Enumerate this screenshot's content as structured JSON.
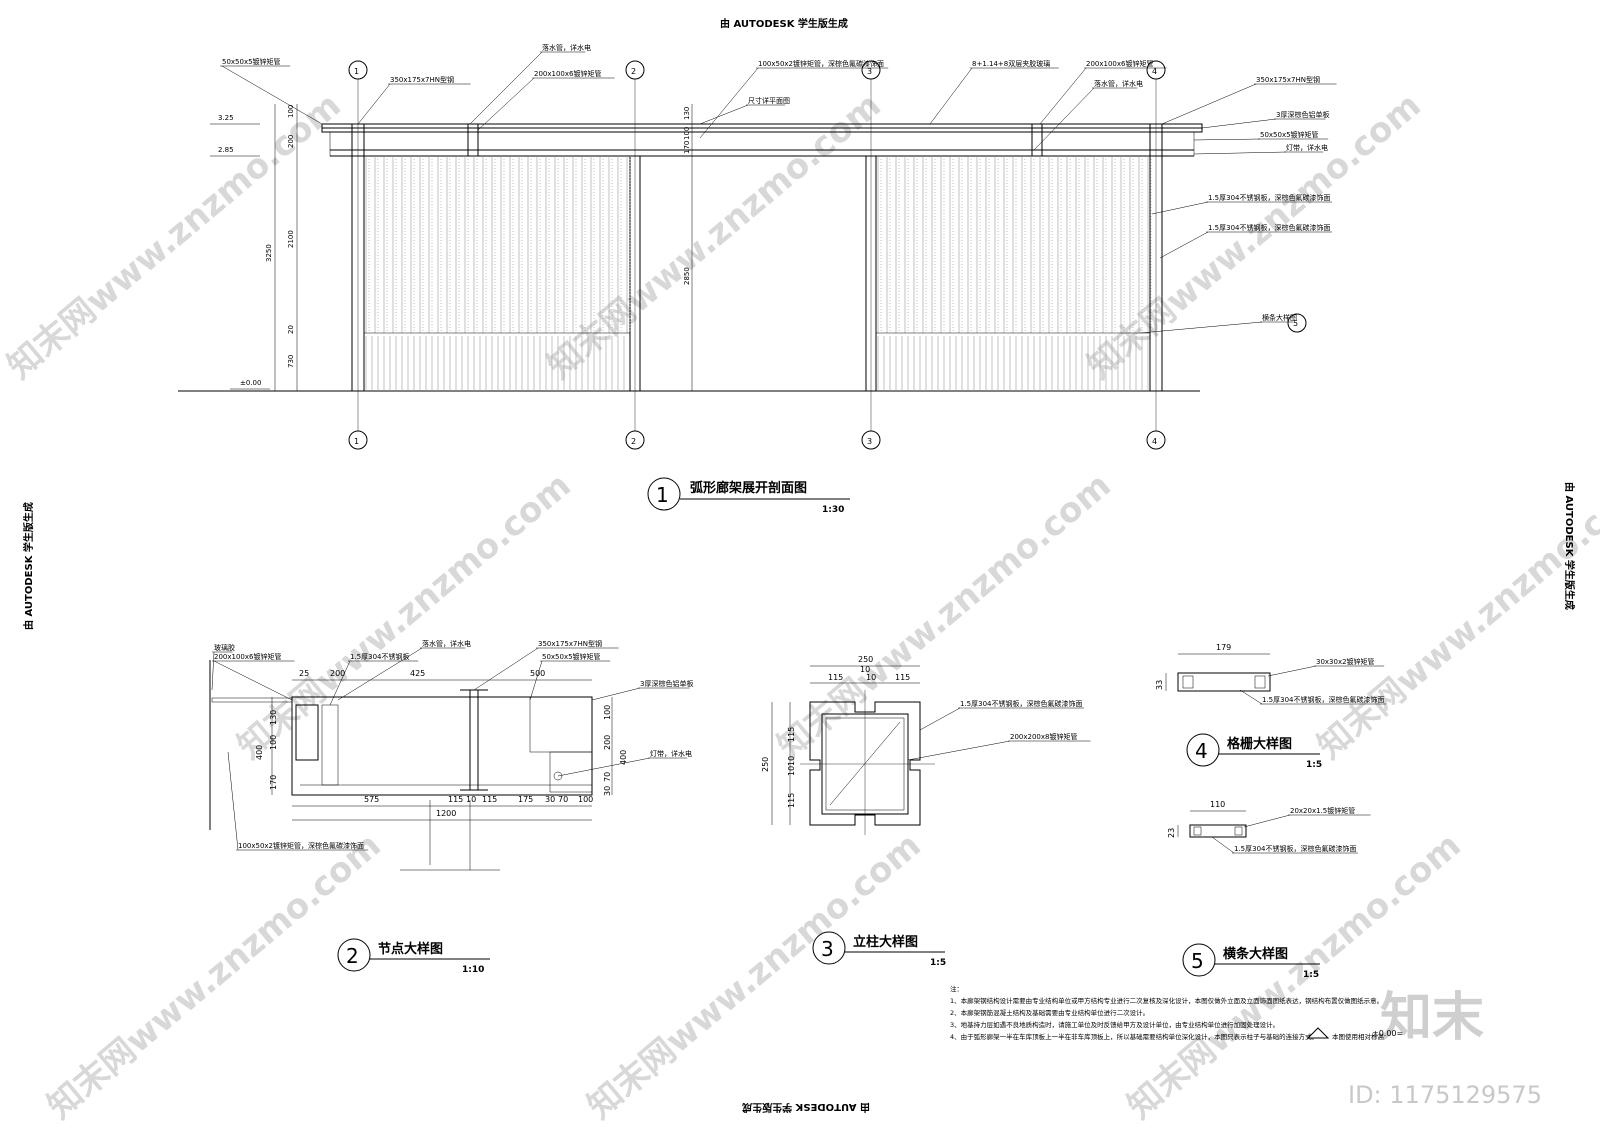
{
  "stamps": {
    "top": "由 AUTODESK 学生版生成",
    "bottom": "由 AUTODESK 学生版生成",
    "left": "由 AUTODESK 学生版生成",
    "right": "由 AUTODESK 学生版生成"
  },
  "watermark": {
    "text": "知末网www.znzmo.com",
    "logo": "知末",
    "id": "ID: 1175129575"
  },
  "drawing1": {
    "num": "1",
    "title": "弧形廊架展开剖面图",
    "scale": "1:30",
    "axes": [
      "1",
      "2",
      "3",
      "4"
    ],
    "levels": [
      "3.25",
      "2.85",
      "±0.00"
    ],
    "dims_outer": [
      "3250"
    ],
    "dims_inner": [
      "100",
      "200",
      "2100",
      "20",
      "730"
    ],
    "dims_mid": [
      "130",
      "100",
      "170",
      "2850"
    ],
    "labels": [
      "50x50x5镀锌矩管",
      "350x175x7HN型钢",
      "落水管，详水电",
      "200x100x6镀锌矩管",
      "100x50x2镀锌矩管，深棕色氟碳漆饰面",
      "尺寸详平面图",
      "8+1.14+8双层夹胶玻璃",
      "200x100x6镀锌矩管",
      "落水管，详水电",
      "350x175x7HN型钢",
      "3厚深棕色铝单板",
      "50x50x5镀锌矩管",
      "灯带，详水电",
      "1.5厚304不锈钢板，深棕色氟碳漆饰面",
      "1.5厚304不锈钢板，深棕色氟碳漆饰面",
      "横条大样图"
    ],
    "ref5": "5"
  },
  "drawing2": {
    "num": "2",
    "title": "节点大样图",
    "scale": "1:10",
    "labels": [
      "玻璃胶",
      "200x100x6镀锌矩管",
      "1.5厚304不锈钢板",
      "落水管，详水电",
      "350x175x7HN型钢",
      "50x50x5镀锌矩管",
      "3厚深棕色铝单板",
      "灯带，详水电",
      "100x50x2镀锌矩管，深棕色氟碳漆饰面"
    ],
    "dims_top": [
      "25",
      "200",
      "425",
      "500"
    ],
    "dims_left": [
      "130",
      "100",
      "400",
      "170"
    ],
    "dims_right": [
      "100",
      "200",
      "400",
      "70",
      "30"
    ],
    "dims_bottom": [
      "575",
      "115",
      "10",
      "115",
      "175",
      "30",
      "70",
      "100"
    ],
    "dims_total": "1200"
  },
  "drawing3": {
    "num": "3",
    "title": "立柱大样图",
    "scale": "1:5",
    "dims_top": [
      "250",
      "115",
      "10",
      "10",
      "115"
    ],
    "dims_left": [
      "250",
      "115",
      "10",
      "10",
      "115"
    ],
    "labels": [
      "1.5厚304不锈钢板，深棕色氟碳漆饰面",
      "200x200x8镀锌矩管"
    ]
  },
  "drawing4": {
    "num": "4",
    "title": "格栅大样图",
    "scale": "1:5",
    "width": "179",
    "height": "33",
    "labels": [
      "30x30x2镀锌矩管",
      "1.5厚304不锈钢板，深棕色氟碳漆饰面"
    ]
  },
  "drawing5": {
    "num": "5",
    "title": "横条大样图",
    "scale": "1:5",
    "width": "110",
    "height": "23",
    "labels": [
      "20x20x1.5镀锌矩管",
      "1.5厚304不锈钢板，深棕色氟碳漆饰面"
    ]
  },
  "notes": {
    "heading": "注：",
    "items": [
      "1、本廊架钢结构设计需要由专业结构单位或甲方结构专业进行二次复核及深化设计，本图仅做外立面及立面饰面图纸表达，钢结构布置仅做图纸示意。",
      "2、本廊架钢筋混凝土结构及基础需要由专业结构单位进行二次设计。",
      "3、地基持力层如遇不良地质构造时，请施工单位及时反馈给甲方及设计单位，由专业结构单位进行加固处理设计。",
      "4、由于弧形廊架一半在车库顶板上一半在非车库顶板上，所以基础需要结构单位深化设计，本图只表示柱子与基础的连接方式。"
    ],
    "level_text": "±0.00=",
    "level_note": "本图使用相对标高"
  }
}
